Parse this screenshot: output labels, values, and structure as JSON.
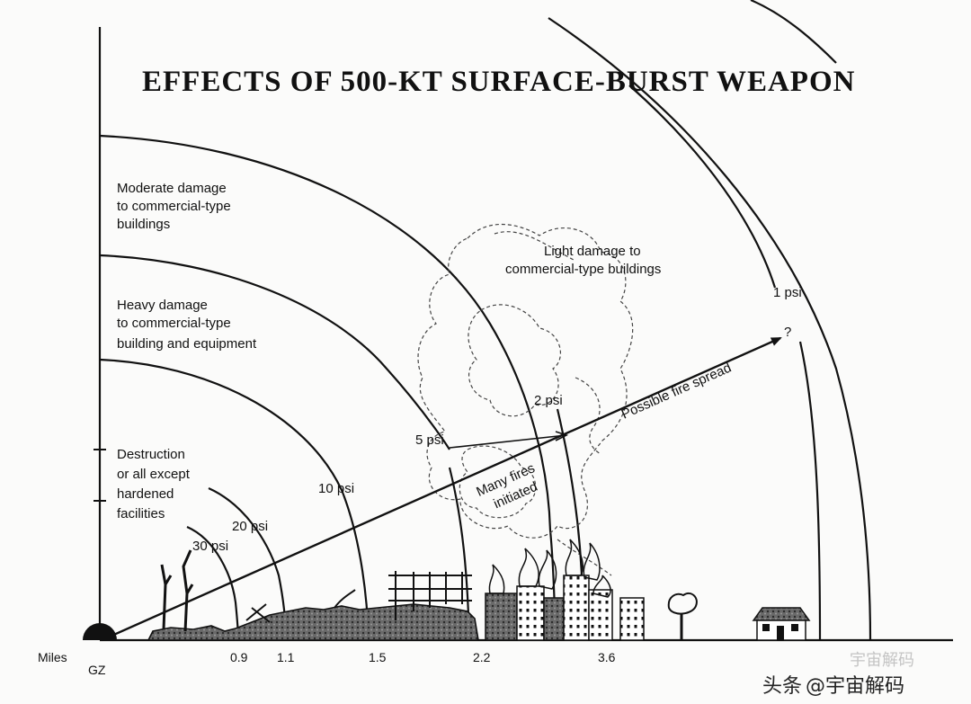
{
  "title": "EFFECTS OF 500-KT SURFACE-BURST WEAPON",
  "zones": {
    "moderate": [
      "Moderate damage",
      "to commercial-type",
      "buildings"
    ],
    "heavy": [
      "Heavy damage",
      "to commercial-type",
      "building and equipment"
    ],
    "destruction": [
      "Destruction",
      "or all except",
      "hardened",
      "facilities"
    ],
    "light": [
      "Light damage to",
      "commercial-type buildings"
    ]
  },
  "overpressure": {
    "p30": "30 psi",
    "p20": "20 psi",
    "p10": "10 psi",
    "p5": "5 psi",
    "p2": "2 psi",
    "p1": "1 psi"
  },
  "fire": {
    "initiated": [
      "Many fires",
      "initiated"
    ],
    "spread": "Possible fire spread",
    "unknown": "?"
  },
  "axis": {
    "unit": "Miles",
    "origin": "GZ",
    "ticks": [
      "0.9",
      "1.1",
      "1.5",
      "2.2",
      "3.6"
    ]
  },
  "watermark": {
    "prefix": "头条",
    "handle": "@宇宙解码",
    "ghost": "宇宙解码"
  }
}
